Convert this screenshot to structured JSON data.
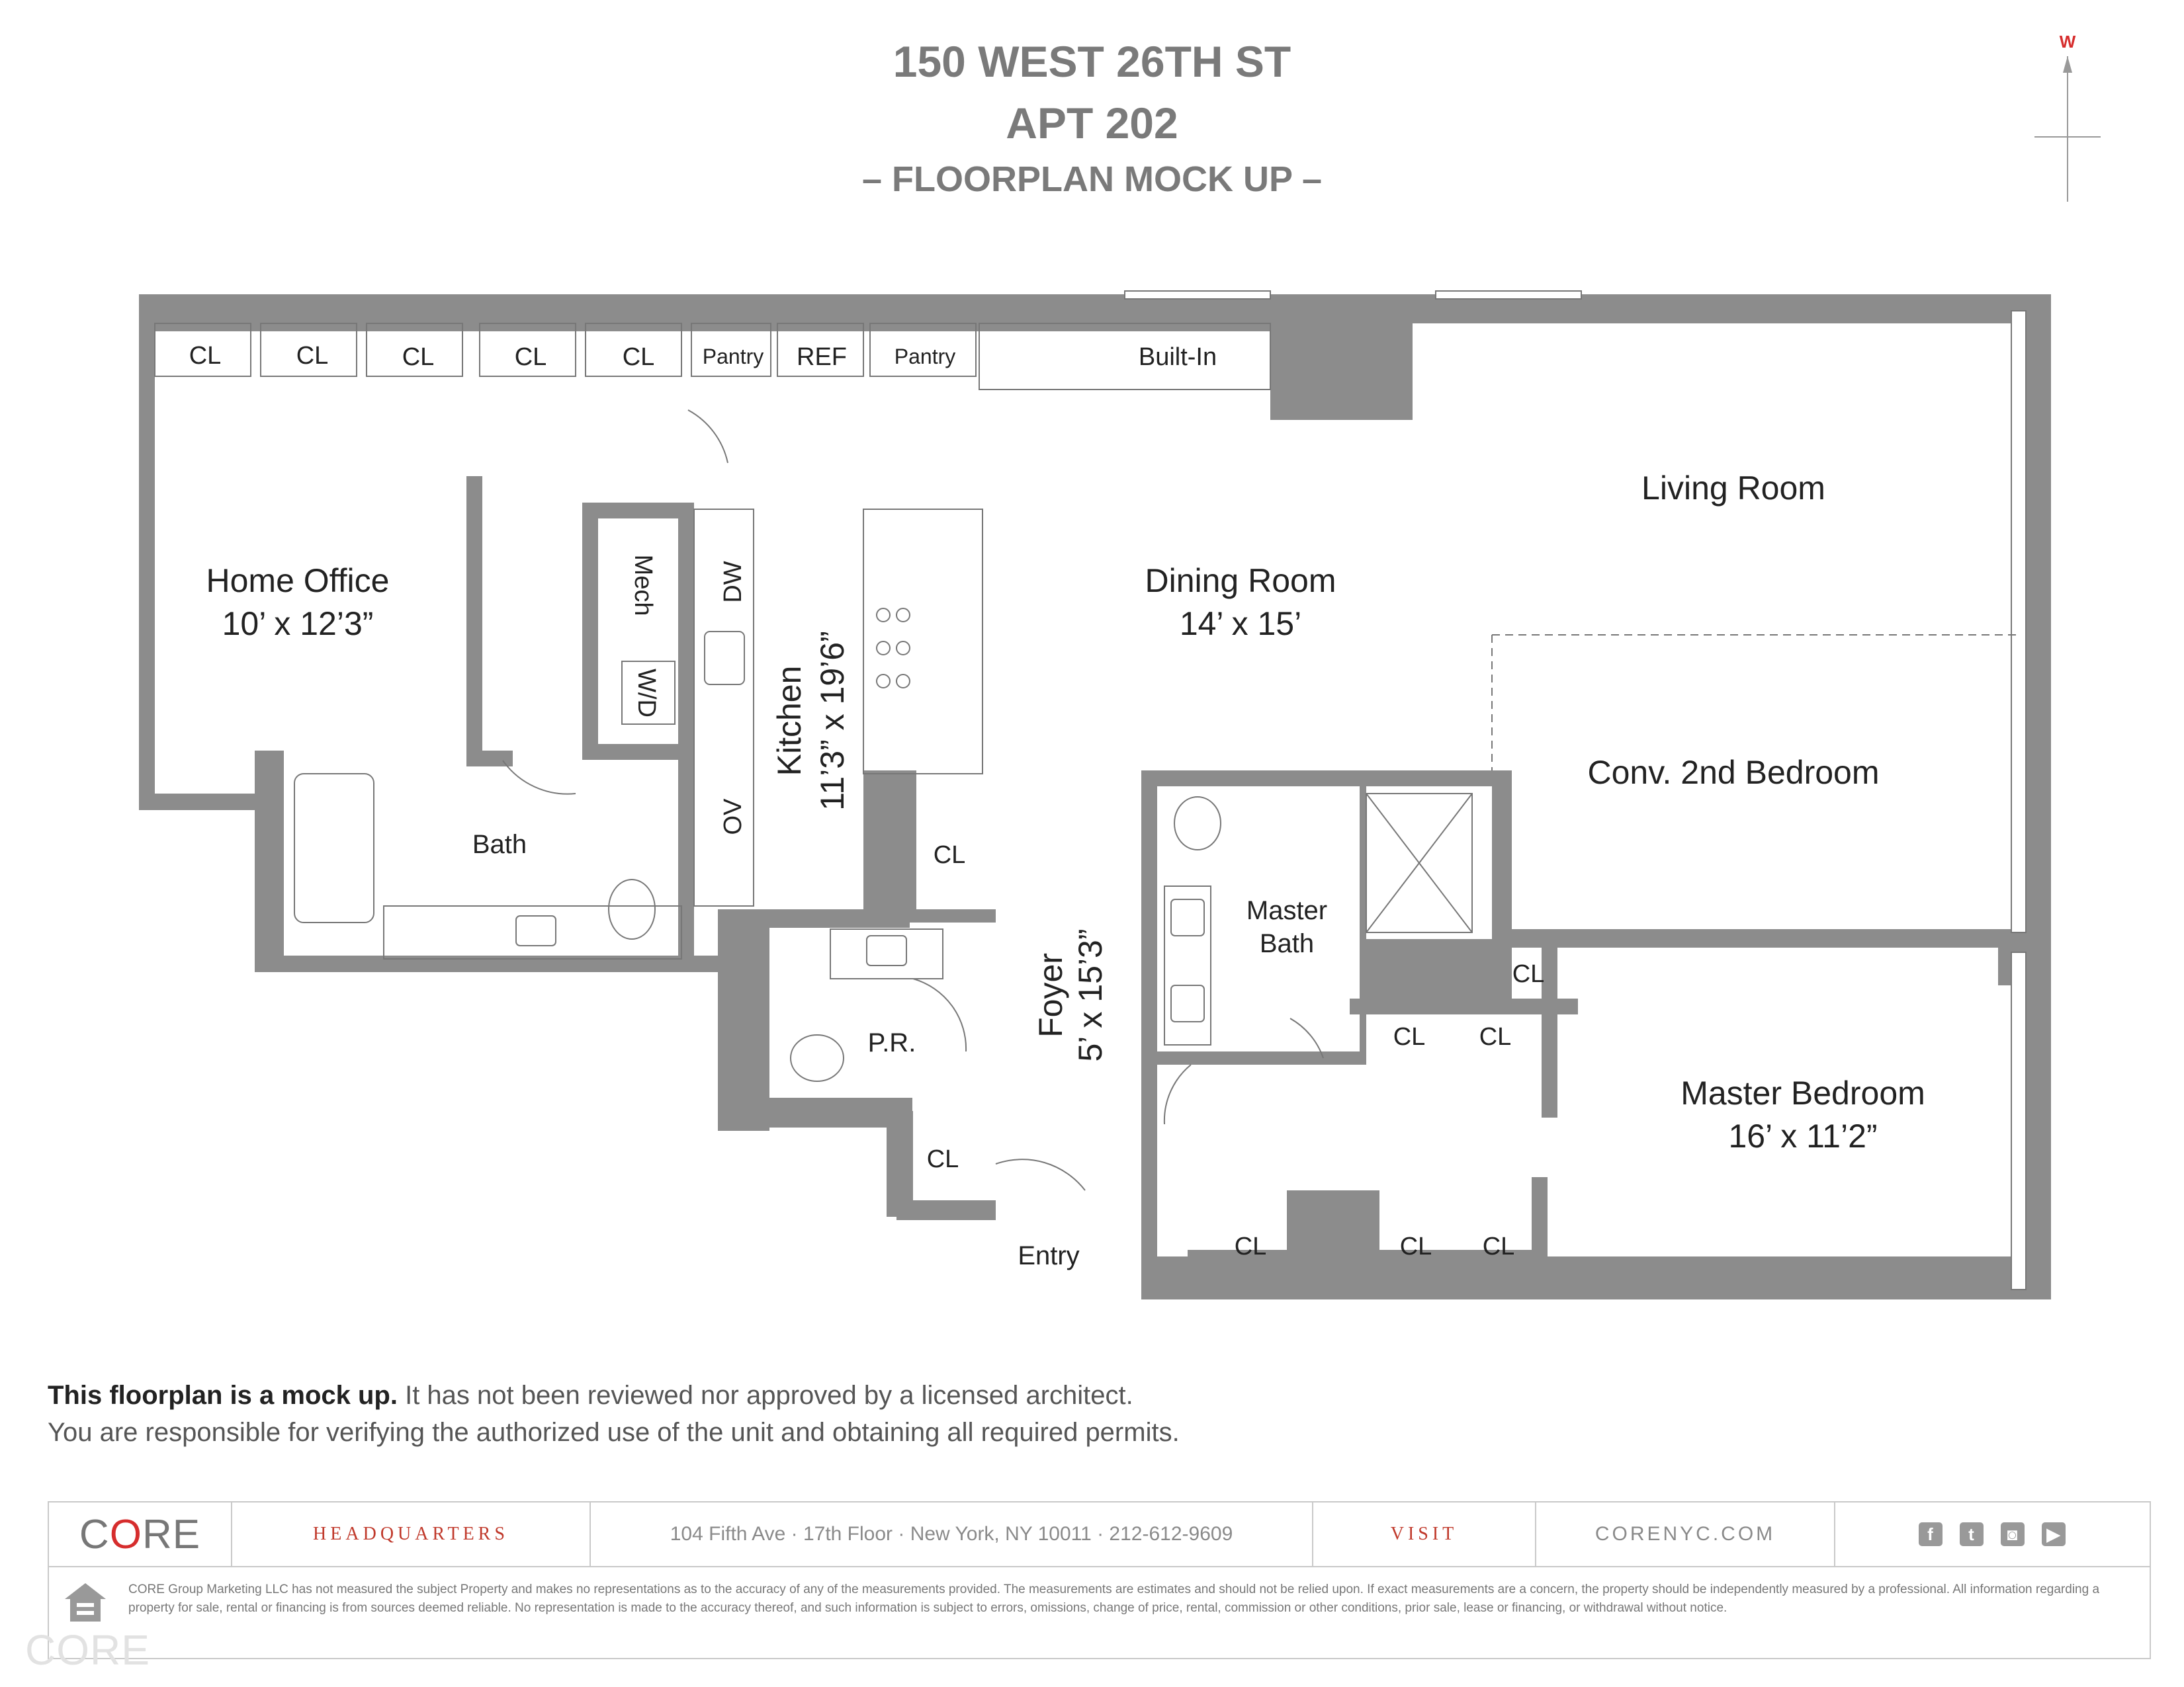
{
  "header": {
    "line1": "150 WEST 26TH ST",
    "line2": "APT 202",
    "line3": "– FLOORPLAN MOCK UP –"
  },
  "compass": {
    "label": "W",
    "color": "#d62d2d"
  },
  "rooms": {
    "home_office": "Home Office",
    "home_office_dims": "10’ x 12’3”",
    "living_room": "Living Room",
    "dining_room": "Dining Room",
    "dining_room_dims": "14’ x 15’",
    "conv_bedroom": "Conv. 2nd Bedroom",
    "kitchen": "Kitchen",
    "kitchen_dims": "11’3” x 19’6”",
    "bath": "Bath",
    "master_bath_1": "Master",
    "master_bath_2": "Bath",
    "master_bedroom": "Master Bedroom",
    "master_bedroom_dims": "16’ x 11’2”",
    "foyer": "Foyer",
    "foyer_dims": "5’ x 15’3”",
    "powder_room": "P.R.",
    "entry": "Entry"
  },
  "fixtures": {
    "cl": "CL",
    "pantry": "Pantry",
    "ref": "REF",
    "built_in": "Built-In",
    "mech": "Mech",
    "wd": "W/D",
    "dw": "DW",
    "ov": "OV"
  },
  "disclaimer": {
    "bold": "This floorplan is a mock up.",
    "rest": " It has not been reviewed nor approved by a licensed architect.",
    "line2": "You are responsible for verifying the authorized use of the unit and obtaining all required permits."
  },
  "footer": {
    "logo_pre": "C",
    "logo_o": "O",
    "logo_post": "RE",
    "headquarters": "HEADQUARTERS",
    "address": "104 Fifth Ave · 17th Floor · New York, NY 10011 · 212-612-9609",
    "visit": "VISIT",
    "website": "CORENYC.COM",
    "social": [
      "f",
      "t",
      "◙",
      "▶"
    ],
    "legal": "CORE Group Marketing LLC has not measured the subject Property and makes no representations as to the accuracy of any of the measurements provided. The measurements are estimates and should not be relied upon. If exact measurements are a concern, the property should be independently measured by a professional. All information regarding a property for sale, rental or financing is from sources deemed reliable. No representation is made to the accuracy thereof, and such information is subject to errors, omissions, change of price, rental, commission or other conditions, prior sale, lease or financing, or withdrawal without notice.",
    "watermark": "CORE"
  },
  "colors": {
    "wall": "#8c8c8c",
    "accent": "#d62d2d",
    "title": "#7a7a7a"
  }
}
